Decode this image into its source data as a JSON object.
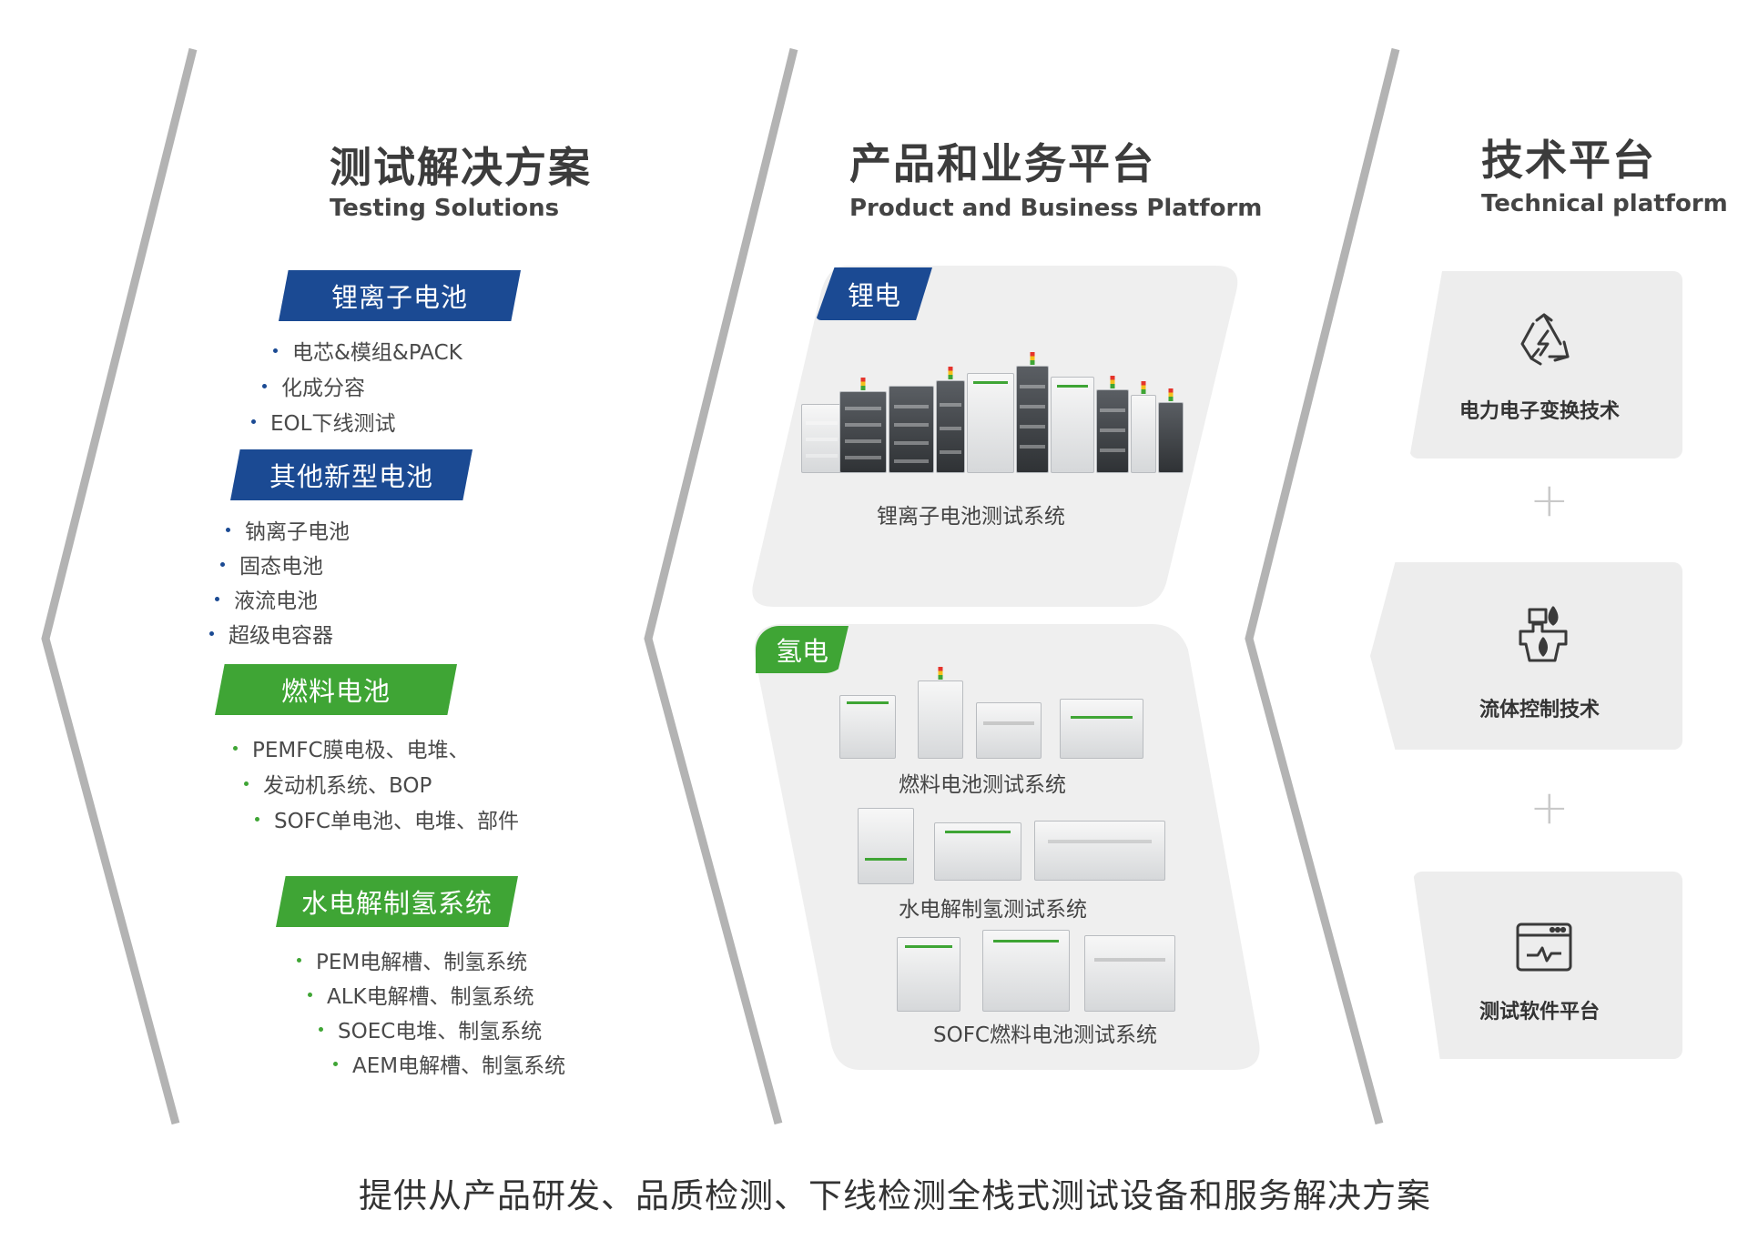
{
  "colors": {
    "blue": "#1b4a93",
    "green": "#3fa535",
    "separator": "#b3b3b3",
    "panel": "#efefef"
  },
  "testing": {
    "title_cn": "测试解决方案",
    "title_en": "Testing Solutions",
    "groups": [
      {
        "label": "锂离子电池",
        "color": "blue",
        "items": [
          "电芯&模组&PACK",
          "化成分容",
          "EOL下线测试"
        ]
      },
      {
        "label": "其他新型电池",
        "color": "blue",
        "items": [
          "钠离子电池",
          "固态电池",
          "液流电池",
          "超级电容器"
        ]
      },
      {
        "label": "燃料电池",
        "color": "green",
        "items": [
          "PEMFC膜电极、电堆、",
          "发动机系统、BOP",
          "SOFC单电池、电堆、部件"
        ]
      },
      {
        "label": "水电解制氢系统",
        "color": "green",
        "items": [
          "PEM电解槽、制氢系统",
          "ALK电解槽、制氢系统",
          "SOEC电堆、制氢系统",
          "AEM电解槽、制氢系统"
        ]
      }
    ]
  },
  "platform": {
    "title_cn": "产品和业务平台",
    "title_en": "Product and Business Platform",
    "lithium": {
      "badge": "锂电",
      "caption": "锂离子电池测试系统"
    },
    "hydrogen": {
      "badge": "氢电",
      "captions": [
        "燃料电池测试系统",
        "水电解制氢测试系统",
        "SOFC燃料电池测试系统"
      ]
    }
  },
  "tech": {
    "title_cn": "技术平台",
    "title_en": "Technical platform",
    "cards": [
      {
        "label": "电力电子变换技术",
        "icon": "recycle-lightning-icon"
      },
      {
        "label": "流体控制技术",
        "icon": "valve-drop-icon"
      },
      {
        "label": "测试软件平台",
        "icon": "software-window-icon"
      }
    ],
    "plus": "+"
  },
  "footer": "提供从产品研发、品质检测、下线检测全栈式测试设备和服务解决方案"
}
